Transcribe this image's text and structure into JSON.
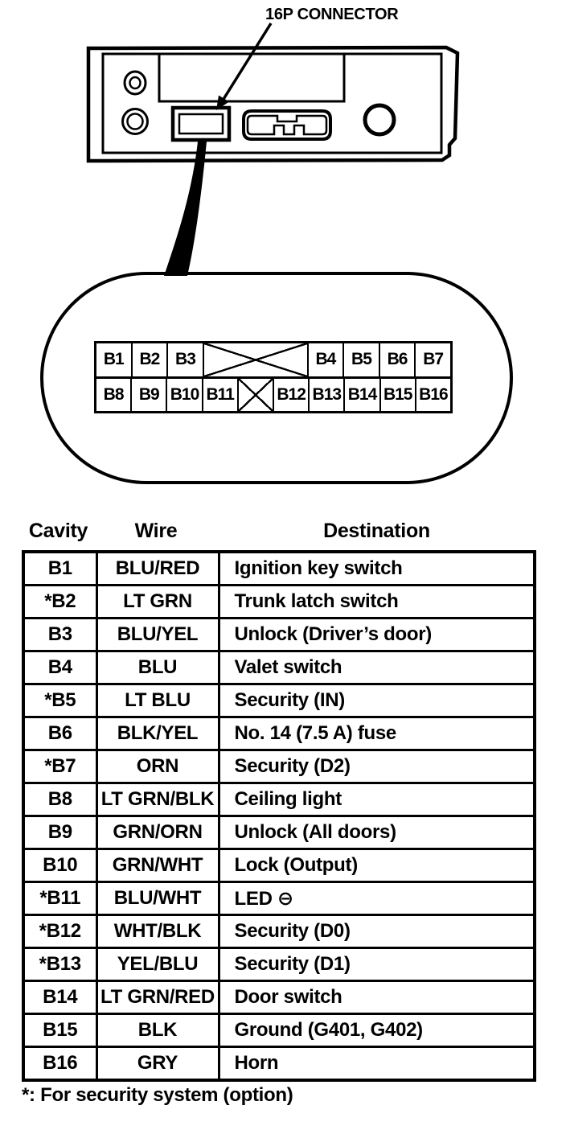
{
  "title": "16P CONNECTOR",
  "colors": {
    "ink": "#000000",
    "paper": "#ffffff"
  },
  "pinout": {
    "top_row": [
      {
        "label": "B1",
        "span": 1
      },
      {
        "label": "B2",
        "span": 1
      },
      {
        "label": "B3",
        "span": 1
      },
      {
        "label": "",
        "span": 3,
        "blocked": true
      },
      {
        "label": "B4",
        "span": 1
      },
      {
        "label": "B5",
        "span": 1
      },
      {
        "label": "B6",
        "span": 1
      },
      {
        "label": "B7",
        "span": 1
      }
    ],
    "bottom_row": [
      {
        "label": "B8",
        "span": 1
      },
      {
        "label": "B9",
        "span": 1
      },
      {
        "label": "B10",
        "span": 1
      },
      {
        "label": "B11",
        "span": 1
      },
      {
        "label": "",
        "span": 1,
        "blocked": true
      },
      {
        "label": "B12",
        "span": 1
      },
      {
        "label": "B13",
        "span": 1
      },
      {
        "label": "B14",
        "span": 1
      },
      {
        "label": "B15",
        "span": 1
      },
      {
        "label": "B16",
        "span": 1
      }
    ]
  },
  "table": {
    "headers": [
      "Cavity",
      "Wire",
      "Destination"
    ],
    "rows": [
      {
        "cavity": "B1",
        "wire": "BLU/RED",
        "destination": "Ignition key switch"
      },
      {
        "cavity": "*B2",
        "wire": "LT GRN",
        "destination": "Trunk latch switch"
      },
      {
        "cavity": "B3",
        "wire": "BLU/YEL",
        "destination": "Unlock (Driver’s door)"
      },
      {
        "cavity": "B4",
        "wire": "BLU",
        "destination": "Valet switch"
      },
      {
        "cavity": "*B5",
        "wire": "LT BLU",
        "destination": "Security (IN)"
      },
      {
        "cavity": "B6",
        "wire": "BLK/YEL",
        "destination": "No. 14 (7.5 A) fuse"
      },
      {
        "cavity": "*B7",
        "wire": "ORN",
        "destination": "Security (D2)"
      },
      {
        "cavity": "B8",
        "wire": "LT GRN/BLK",
        "destination": "Ceiling light"
      },
      {
        "cavity": "B9",
        "wire": "GRN/ORN",
        "destination": "Unlock (All doors)"
      },
      {
        "cavity": "B10",
        "wire": "GRN/WHT",
        "destination": "Lock (Output)"
      },
      {
        "cavity": "*B11",
        "wire": "BLU/WHT",
        "destination": "LED ⊖"
      },
      {
        "cavity": "*B12",
        "wire": "WHT/BLK",
        "destination": "Security (D0)"
      },
      {
        "cavity": "*B13",
        "wire": "YEL/BLU",
        "destination": "Security (D1)"
      },
      {
        "cavity": "B14",
        "wire": "LT GRN/RED",
        "destination": "Door switch"
      },
      {
        "cavity": "B15",
        "wire": "BLK",
        "destination": "Ground (G401, G402)"
      },
      {
        "cavity": "B16",
        "wire": "GRY",
        "destination": "Horn"
      }
    ]
  },
  "footnote": "*: For security system (option)"
}
